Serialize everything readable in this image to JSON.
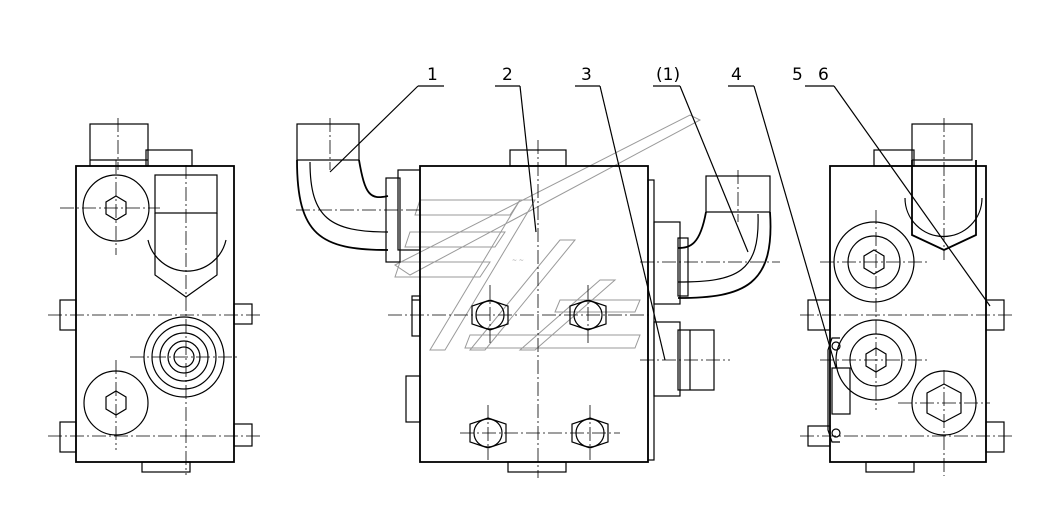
{
  "callouts": {
    "c1": "1",
    "c2": "2",
    "c3": "3",
    "c1b": "(1)",
    "c4": "4",
    "c5": "5",
    "c6": "6"
  }
}
